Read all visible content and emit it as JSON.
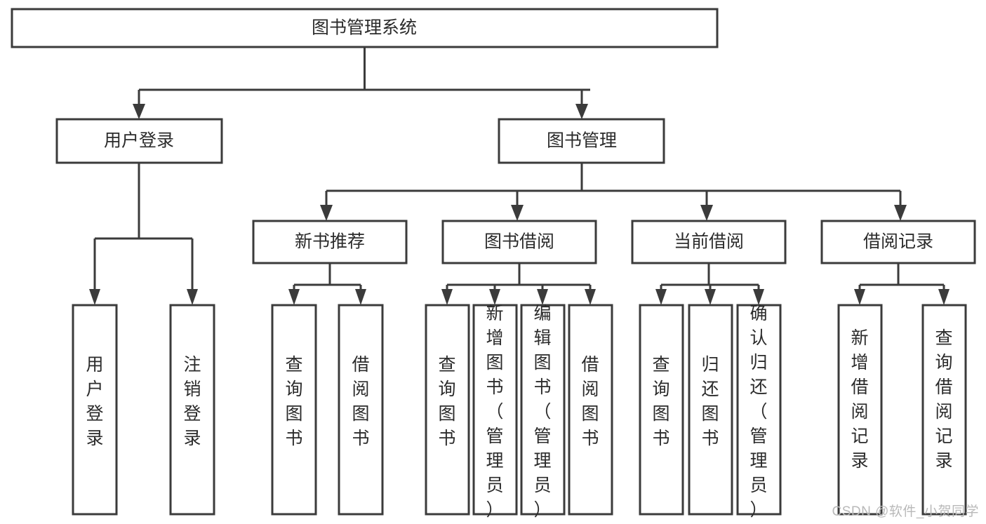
{
  "diagram": {
    "type": "tree-hierarchy-chart",
    "title": "图书管理系统",
    "watermark": "CSDN @软件_小贺同学",
    "colors": {
      "stroke": "#3b3b3b",
      "fill": "#ffffff",
      "text": "#2b2b2b",
      "watermark": "#b9b9b9"
    },
    "levels": [
      {
        "level": 1,
        "nodes": [
          {
            "id": "root",
            "label": "图书管理系统",
            "orientation": "horizontal"
          }
        ]
      },
      {
        "level": 2,
        "nodes": [
          {
            "id": "user-login",
            "label": "用户登录",
            "orientation": "horizontal",
            "parent": "root"
          },
          {
            "id": "book-manage",
            "label": "图书管理",
            "orientation": "horizontal",
            "parent": "root"
          }
        ]
      },
      {
        "level": 3,
        "nodes": [
          {
            "id": "new-book-rec",
            "label": "新书推荐",
            "orientation": "horizontal",
            "parent": "book-manage"
          },
          {
            "id": "book-borrow",
            "label": "图书借阅",
            "orientation": "horizontal",
            "parent": "book-manage"
          },
          {
            "id": "current-borrow",
            "label": "当前借阅",
            "orientation": "horizontal",
            "parent": "book-manage"
          },
          {
            "id": "borrow-record",
            "label": "借阅记录",
            "orientation": "horizontal",
            "parent": "book-manage"
          }
        ]
      },
      {
        "level": 4,
        "nodes": [
          {
            "id": "leaf-user-login",
            "label": "用户登录",
            "orientation": "vertical",
            "parent": "user-login"
          },
          {
            "id": "leaf-logout",
            "label": "注销登录",
            "orientation": "vertical",
            "parent": "user-login"
          },
          {
            "id": "leaf-query-book-1",
            "label": "查询图书",
            "orientation": "vertical",
            "parent": "new-book-rec"
          },
          {
            "id": "leaf-borrow-book-1",
            "label": "借阅图书",
            "orientation": "vertical",
            "parent": "new-book-rec"
          },
          {
            "id": "leaf-query-book-2",
            "label": "查询图书",
            "orientation": "vertical",
            "parent": "book-borrow"
          },
          {
            "id": "leaf-add-book",
            "label": "新增图书（管理员）",
            "orientation": "vertical",
            "parent": "book-borrow"
          },
          {
            "id": "leaf-edit-book",
            "label": "编辑图书（管理员）",
            "orientation": "vertical",
            "parent": "book-borrow"
          },
          {
            "id": "leaf-borrow-book-2",
            "label": "借阅图书",
            "orientation": "vertical",
            "parent": "book-borrow"
          },
          {
            "id": "leaf-query-book-3",
            "label": "查询图书",
            "orientation": "vertical",
            "parent": "current-borrow"
          },
          {
            "id": "leaf-return-book",
            "label": "归还图书",
            "orientation": "vertical",
            "parent": "current-borrow"
          },
          {
            "id": "leaf-confirm-return",
            "label": "确认归还（管理员）",
            "orientation": "vertical",
            "parent": "current-borrow"
          },
          {
            "id": "leaf-add-record",
            "label": "新增借阅记录",
            "orientation": "vertical",
            "parent": "borrow-record"
          },
          {
            "id": "leaf-query-record",
            "label": "查询借阅记录",
            "orientation": "vertical",
            "parent": "borrow-record"
          }
        ]
      }
    ]
  }
}
